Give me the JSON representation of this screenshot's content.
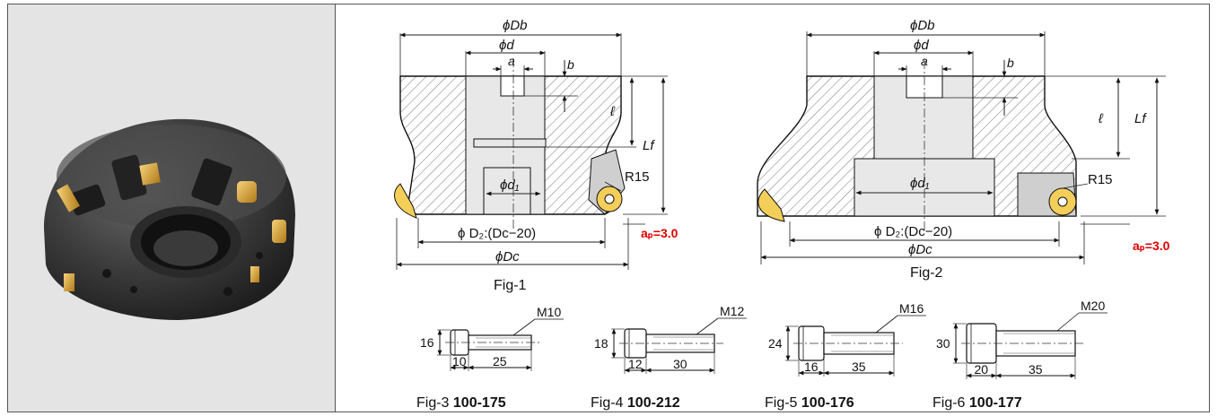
{
  "fig1": {
    "Db": "ϕDb",
    "d": "ϕd",
    "a": "a",
    "b": "b",
    "l": "ℓ",
    "Lf": "Lf",
    "d1": "ϕd₁",
    "R": "R15",
    "D2": "ϕ D₂:(Dc−20)",
    "Dc": "ϕDc",
    "ap": "aₚ=3.0",
    "caption": "Fig-1"
  },
  "fig2": {
    "Db": "ϕDb",
    "d": "ϕd",
    "a": "a",
    "b": "b",
    "l": "ℓ",
    "Lf": "Lf",
    "d1": "ϕd₁",
    "R": "R15",
    "D2": "ϕ D₂:(Dc−20)",
    "Dc": "ϕDc",
    "ap": "aₚ=3.0",
    "caption": "Fig-2"
  },
  "bolts": [
    {
      "thread": "M10",
      "head_dia": "16",
      "head_len": "10",
      "shank_len": "25",
      "fig": "Fig-3",
      "part": "100-175"
    },
    {
      "thread": "M12",
      "head_dia": "18",
      "head_len": "12",
      "shank_len": "30",
      "fig": "Fig-4",
      "part": "100-212"
    },
    {
      "thread": "M16",
      "head_dia": "24",
      "head_len": "16",
      "shank_len": "35",
      "fig": "Fig-5",
      "part": "100-176"
    },
    {
      "thread": "M20",
      "head_dia": "30",
      "head_len": "20",
      "shank_len": "35",
      "fig": "Fig-6",
      "part": "100-177"
    }
  ],
  "colors": {
    "accent_red": "#e00000",
    "insert_gold": "#e7b23a",
    "panel_gray": "#e4e4e4"
  }
}
